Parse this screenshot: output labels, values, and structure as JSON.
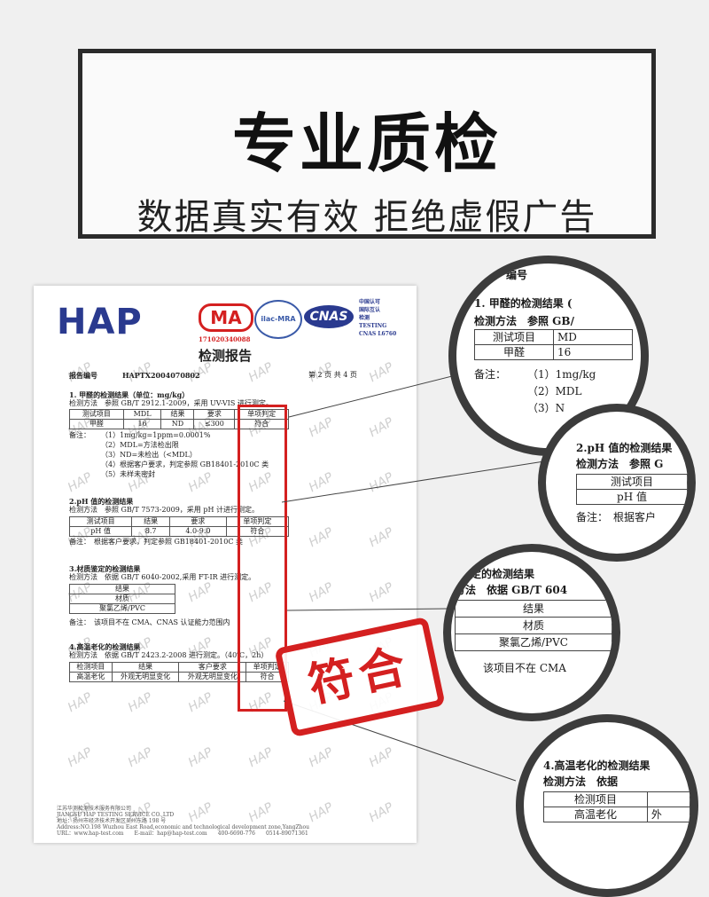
{
  "banner": {
    "title": "专业质检",
    "subtitle": "数据真实有效 拒绝虚假广告"
  },
  "document": {
    "logos": {
      "hap": "HAP",
      "ma": "MA",
      "ma_number": "171020340088",
      "ilac": "ilac-MRA",
      "cnas": "CNAS",
      "cnas_text": [
        "中国认可",
        "国际互认",
        "检测",
        "TESTING",
        "CNAS L6760"
      ]
    },
    "title": "检测报告",
    "report_label": "报告编号",
    "report_no": "HAPTX2004070802",
    "page_info": "第 2 页    共 4 页",
    "s1": {
      "heading": "1. 甲醛的检测结果（单位：mg/kg）",
      "method": "检测方法　参照 GB/T 2912.1-2009，采用 UV-VIS 进行测定。",
      "headers": [
        "测试项目",
        "MDL",
        "结果",
        "要求",
        "单项判定"
      ],
      "row": [
        "甲醛",
        "16",
        "ND",
        "≤300",
        "符合"
      ],
      "notes_label": "备注：",
      "notes": [
        "（1）1mg/kg=1ppm=0.0001%",
        "（2）MDL=方法检出限",
        "（3）ND=未检出（<MDL）",
        "（4）根据客户要求，判定参照 GB18401-2010C 类",
        "（5）未样未密封"
      ]
    },
    "s2": {
      "heading": "2.pH 值的检测结果",
      "method": "检测方法　参照 GB/T 7573-2009，采用 pH 计进行测定。",
      "headers": [
        "测试项目",
        "结果",
        "要求",
        "单项判定"
      ],
      "row": [
        "pH 值",
        "8.7",
        "4.0-9.0",
        "符合"
      ],
      "note": "备注：　根据客户要求，判定参照 GB18401-2010C 类"
    },
    "s3": {
      "heading": "3.材质鉴定的检测结果",
      "method": "检测方法　依据 GB/T 6040-2002,采用 FT-IR 进行测定。",
      "rows": [
        "结果",
        "材质",
        "聚氯乙烯/PVC"
      ],
      "note": "备注：　该项目不在 CMA、CNAS 认证能力范围内"
    },
    "s4": {
      "heading": "4.高温老化的检测结果",
      "method": "检测方法　依据 GB/T 2423.2-2008 进行测定。（40℃，2h）",
      "headers": [
        "检测项目",
        "结果",
        "客户要求",
        "单项判定"
      ],
      "row": [
        "高温老化",
        "外观无明显变化",
        "外观无明显变化",
        "符合"
      ]
    },
    "footer": [
      "江苏华测检测技术服务有限公司",
      "JIANGSU HAP TESTING SERVICE CO.,LTD",
      "地址：扬州市经济技术开发区吴州东路 198 号",
      "Address:NO.198 Wuzhou East Road,economic and technological development zone,YangZhou",
      "URL：www.hap-test.com　　E-mail：hap@hap-test.com　　400-6690-776　　0514-89071361"
    ],
    "watermark": "HAP"
  },
  "stamp": "符合",
  "zoom": {
    "z1": {
      "top": "1. 甲醛的检测结果 (",
      "method": "检测方法　参照 GB/",
      "headers": [
        "测试项目",
        "MD"
      ],
      "row": [
        "甲醛",
        "16"
      ],
      "notes_label": "备注：",
      "notes": [
        "（1）1mg/kg",
        "（2）MDL",
        "（3）N"
      ],
      "above": "编号"
    },
    "z2": {
      "heading": "2.pH 值的检测结果",
      "method": "检测方法　参照 G",
      "headers": [
        "测试项目"
      ],
      "row": [
        "pH 值"
      ],
      "note": "备注：　根据客户"
    },
    "z3": {
      "heading": "定的检测结果",
      "method": "方法　依据 GB/T 604",
      "rows": [
        "结果",
        "材质",
        "聚氯乙烯/PVC"
      ],
      "note": "该项目不在 CMA"
    },
    "z4": {
      "heading": "4.高温老化的检测结果",
      "method": "检测方法　依据",
      "headers": [
        "检测项目"
      ],
      "row": [
        "高温老化",
        "外"
      ]
    }
  }
}
